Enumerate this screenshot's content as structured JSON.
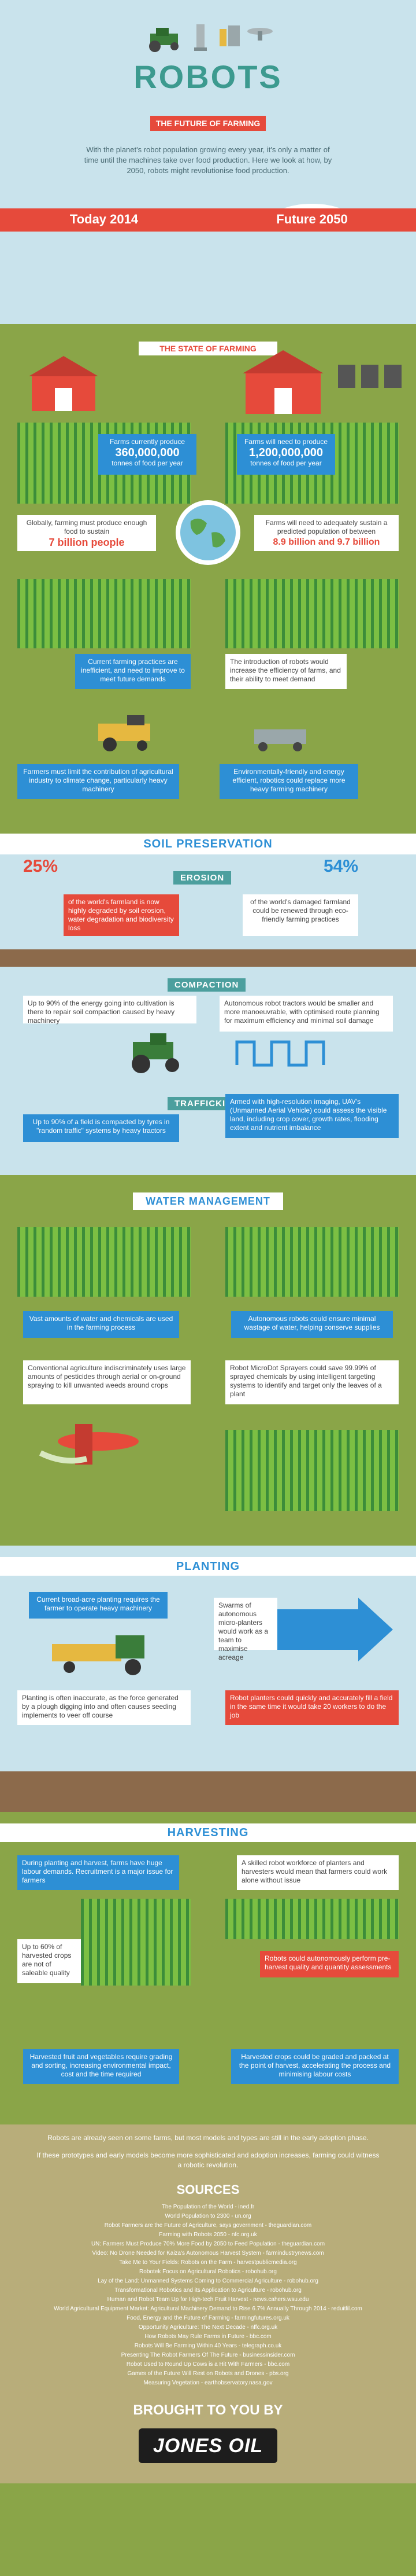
{
  "header": {
    "logo_text": "ROBOTS",
    "subtitle": "THE FUTURE OF FARMING",
    "intro": "With the planet's robot population growing every year, it's only a matter of time until the machines take over food production. Here we look at how, by 2050, robots might revolutionise food production."
  },
  "timeline": {
    "today": "Today 2014",
    "future": "Future 2050"
  },
  "state": {
    "title": "THE STATE OF FARMING",
    "today_tonnes_pre": "Farms currently produce",
    "today_tonnes": "360,000,000",
    "today_tonnes_post": "tonnes of food per year",
    "future_tonnes_pre": "Farms will need to produce",
    "future_tonnes": "1,200,000,000",
    "future_tonnes_post": "tonnes of food per year",
    "today_pop_pre": "Globally, farming must produce enough food to sustain",
    "today_pop": "7 billion people",
    "future_pop_pre": "Farms will need to adequately sustain a predicted population of between",
    "future_pop": "8.9 billion and 9.7 billion",
    "today_energy": "Current farming practices are inefficient, and need to improve to meet future demands",
    "future_energy": "The introduction of robots would increase the efficiency of farms, and their ability to meet demand",
    "today_climate": "Farmers must limit the contribution of agricultural industry to climate change, particularly heavy machinery",
    "future_climate": "Environmentally-friendly and energy efficient, robotics could replace more heavy farming machinery"
  },
  "soil": {
    "title": "SOIL PRESERVATION",
    "erosion": "EROSION",
    "today_pct": "25%",
    "today_text": "of the world's farmland is now highly degraded by soil erosion, water degradation and biodiversity loss",
    "future_pct": "54%",
    "future_text": "of the world's damaged farmland could be renewed through eco-friendly farming practices",
    "compaction": "COMPACTION",
    "today_compaction": "Up to 90% of the energy going into cultivation is there to repair soil compaction caused by heavy machinery",
    "future_compaction": "Autonomous robot tractors would be smaller and more manoeuvrable, with optimised route planning for maximum efficiency and minimal soil damage",
    "trafficking": "TRAFFICKING",
    "today_traffic": "Up to 90% of a field is compacted by tyres in \"random traffic\" systems by heavy tractors",
    "future_traffic": "Armed with high-resolution imaging, UAV's (Unmanned Aerial Vehicle) could assess the visible land, including crop cover, growth rates, flooding extent and nutrient imbalance"
  },
  "water": {
    "title": "WATER MANAGEMENT",
    "today_text": "Vast amounts of water and chemicals are used in the farming process",
    "future_text": "Autonomous robots could ensure minimal wastage of water, helping conserve supplies",
    "today_pest": "Conventional agriculture indiscriminately uses large amounts of pesticides through aerial or on-ground spraying to kill unwanted weeds around crops",
    "future_pest": "Robot MicroDot Sprayers could save 99.99% of sprayed chemicals by using intelligent targeting systems to identify and target only the leaves of a plant"
  },
  "planting": {
    "title": "PLANTING",
    "today_text": "Current broad-acre planting requires the farmer to operate heavy machinery",
    "future_text": "Swarms of autonomous micro-planters would work as a team to maximise acreage",
    "today_plough": "Planting is often inaccurate, as the force generated by a plough digging into and often causes seeding implements to veer off course",
    "future_plough": "Robot planters could quickly and accurately fill a field in the same time it would take 20 workers to do the job"
  },
  "harvest": {
    "title": "HARVESTING",
    "today_text": "During planting and harvest, farms have huge labour demands. Recruitment is a major issue for farmers",
    "future_text": "A skilled robot workforce of planters and harvesters would mean that farmers could work alone without issue",
    "today_pct": "Up to 60% of harvested crops are not of saleable quality",
    "future_qual": "Robots could autonomously perform pre-harvest quality and quantity assessments",
    "today_grade": "Harvested fruit and vegetables require grading and sorting, increasing environmental impact, cost and the time required",
    "future_grade": "Harvested crops could be graded and packed at the point of harvest, accelerating the process and minimising labour costs"
  },
  "closing": {
    "line1": "Robots are already seen on some farms, but most models and types are still in the early adoption phase.",
    "line2": "If these prototypes and early models become more sophisticated and adoption increases, farming could witness a robotic revolution."
  },
  "sources": {
    "title": "SOURCES",
    "items": [
      "The Population of the World - ined.fr",
      "World Population to 2300 - un.org",
      "Robot Farmers are the Future of Agriculture, says government - theguardian.com",
      "Farming with Robots 2050 - nfc.org.uk",
      "UN: Farmers Must Produce 70% More Food by 2050 to Feed Population - theguardian.com",
      "Video: No Drone Needed for Kaiza's Autonomous Harvest System - farmindustrynews.com",
      "Take Me to Your Fields: Robots on the Farm - harvestpublicmedia.org",
      "Robotek Focus on Agricultural Robotics - robohub.org",
      "Lay of the Land: Unmanned Systems Coming to Commercial Agriculture - robohub.org",
      "Transformational Robotics and its Application to Agriculture - robohub.org",
      "Human and Robot Team Up for High-tech Fruit Harvest - news.cahers.wsu.edu",
      "World Agricultural Equipment Market: Agricultural Machinery Demand to Rise 6.7% Annually Through 2014 - reduitlil.com",
      "Food, Energy and the Future of Farming - farmingfutures.org.uk",
      "Opportunity Agriculture: The Next Decade - nffc.org.uk",
      "How Robots May Rule Farms in Future - bbc.com",
      "Robots Will Be Farming Within 40 Years - telegraph.co.uk",
      "Presenting The Robot Farmers Of The Future - businessinsider.com",
      "Robot Used to Round Up Cows is a Hit With Farmers - bbc.com",
      "Games of the Future Will Rest on Robots and Drones - pbs.org",
      "Measuring Vegetation - earthobservatory.nasa.gov"
    ]
  },
  "brought": {
    "title": "BROUGHT TO YOU BY",
    "brand": "JONES OIL"
  },
  "colors": {
    "blue": "#2d8fd5",
    "red": "#e64a3b",
    "olive": "#8aa548",
    "teal": "#4c9f9e"
  }
}
